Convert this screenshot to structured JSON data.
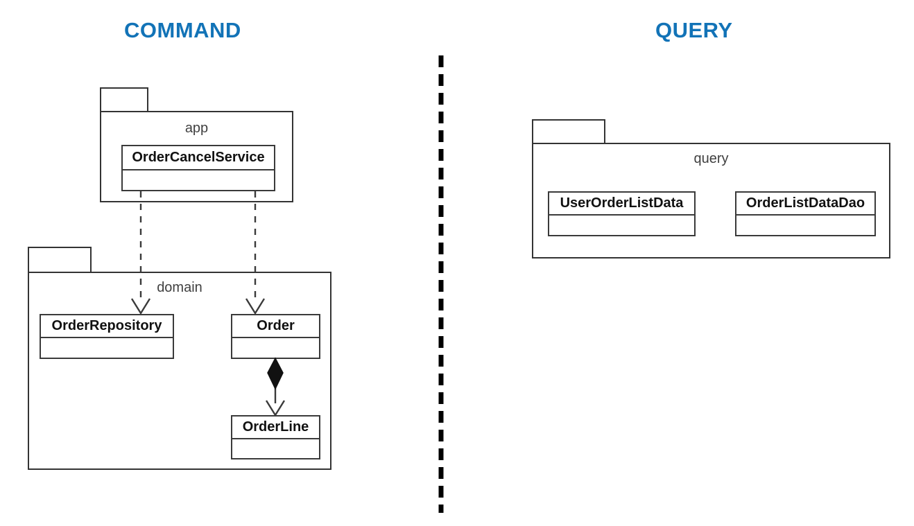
{
  "titles": {
    "command": "COMMAND",
    "query": "QUERY"
  },
  "colors": {
    "title_blue": "#1273b7",
    "line": "#333333",
    "class_border": "#3a3a3a",
    "package_label": "#404040",
    "background": "#ffffff"
  },
  "packages": {
    "app": {
      "label": "app",
      "classes": [
        {
          "name": "OrderCancelService"
        }
      ]
    },
    "domain": {
      "label": "domain",
      "classes": [
        {
          "name": "OrderRepository"
        },
        {
          "name": "Order"
        },
        {
          "name": "OrderLine"
        }
      ]
    },
    "query": {
      "label": "query",
      "classes": [
        {
          "name": "UserOrderListData"
        },
        {
          "name": "OrderListDataDao"
        }
      ]
    }
  },
  "relations": [
    {
      "kind": "dependency",
      "from": "OrderCancelService",
      "to": "OrderRepository",
      "style": "dashed",
      "arrow": "open"
    },
    {
      "kind": "dependency",
      "from": "OrderCancelService",
      "to": "Order",
      "style": "dashed",
      "arrow": "open"
    },
    {
      "kind": "composition",
      "from": "Order",
      "to": "OrderLine",
      "style": "solid",
      "arrow": "open",
      "source_decoration": "filled-diamond"
    }
  ],
  "divider": {
    "name": "command-query-divider",
    "style": "dashed",
    "orientation": "vertical"
  }
}
